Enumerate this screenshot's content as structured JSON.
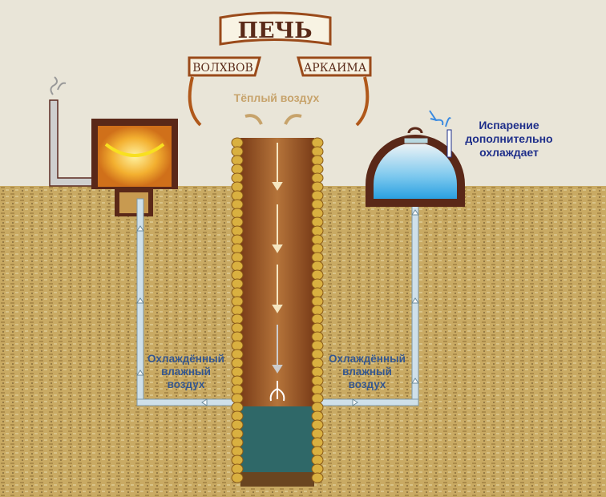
{
  "title": {
    "main": "ПЕЧЬ",
    "left": "ВОЛХВОВ",
    "right": "АРКАИМА"
  },
  "labels": {
    "warm_air": "Тёплый воздух",
    "evaporation": [
      "Испарение",
      "дополнительно",
      "охлаждает"
    ],
    "cooled_left": [
      "Охлаждённый",
      "влажный",
      "воздух"
    ],
    "cooled_right": [
      "Охлаждённый",
      "влажный",
      "воздух"
    ]
  },
  "colors": {
    "sky": "#e9e5d8",
    "ground": "#c4a55c",
    "wood": "#9a5a2a",
    "water": "#2f6868",
    "pipe": "#cfe0ea",
    "text_blue": "#35578f"
  }
}
